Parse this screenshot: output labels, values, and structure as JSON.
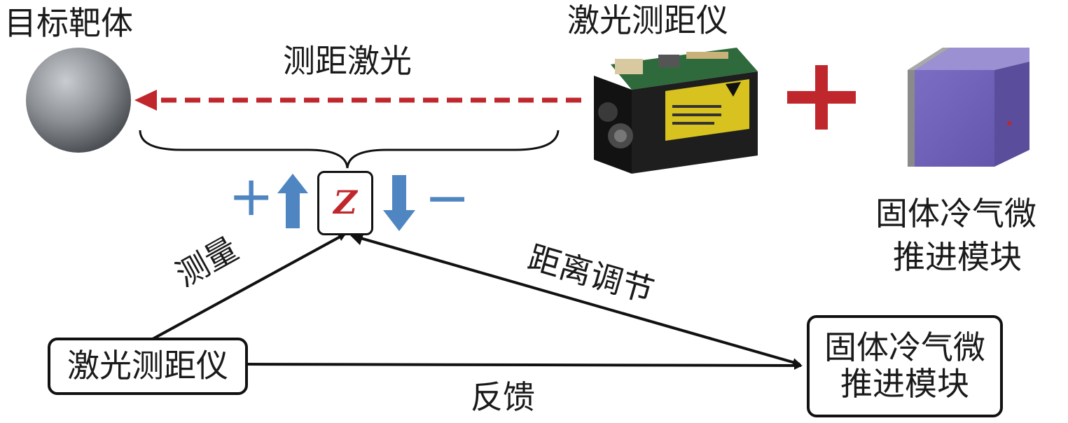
{
  "labels": {
    "target": "目标靶体",
    "rangefinder_device": "激光测距仪",
    "ranging_laser": "测距激光",
    "thruster_module_line1": "固体冷气微",
    "thruster_module_line2": "推进模块",
    "measure": "测量",
    "distance_adjust": "距离调节",
    "feedback": "反馈"
  },
  "boxes": {
    "rangefinder": "激光测距仪",
    "thruster_line1": "固体冷气微",
    "thruster_line2": "推进模块",
    "z": "Z"
  },
  "signs": {
    "plus": "+",
    "minus": "−"
  },
  "colors": {
    "laser": "#c0272d",
    "arrow_blue": "#4f86c2",
    "line": "#111111",
    "cube_face": "#6f62b8",
    "cube_top": "#9a90d2",
    "cube_side": "#4a4088",
    "cube_band": "#8a8a8a",
    "sphere": "#8c8f93",
    "device_body": "#1a1a1a",
    "device_board": "#2f6a3c",
    "device_label": "#d8c21f"
  }
}
